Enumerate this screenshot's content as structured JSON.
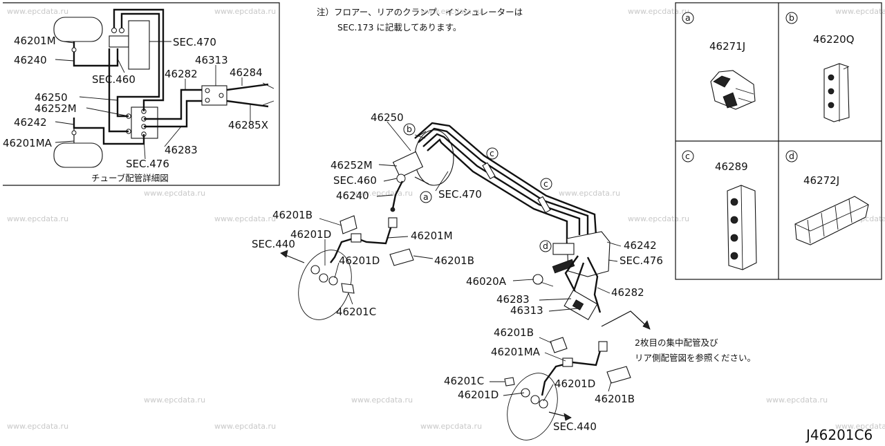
{
  "watermark": "www.epcdata.ru",
  "note": {
    "line1": "注）フロアー、リアのクランプ、インシュレーターは",
    "line2": "SEC.173 に記載してあります。"
  },
  "detail_caption": "チューブ配管詳細図",
  "diagram_id": "J46201C6",
  "side_note": {
    "line1": "2枚目の集中配管及び",
    "line2": "リア側配管図を参照ください。"
  },
  "detail_labels": {
    "p46201M": "46201M",
    "p46240": "46240",
    "sec470": "SEC.470",
    "sec460": "SEC.460",
    "p46313": "46313",
    "p46282": "46282",
    "p46284": "46284",
    "p46250": "46250",
    "p46252M": "46252M",
    "p46285X": "46285X",
    "p46242": "46242",
    "p46201MA": "46201MA",
    "p46283": "46283",
    "sec476": "SEC.476"
  },
  "main_labels": {
    "p46250": "46250",
    "p46252M": "46252M",
    "sec460": "SEC.460",
    "p46240": "46240",
    "sec470": "SEC.470",
    "p46201B_a": "46201B",
    "p46201D_a": "46201D",
    "sec440_a": "SEC.440",
    "p46201M": "46201M",
    "p46201D_b": "46201D",
    "p46201B_b": "46201B",
    "p46201C_a": "46201C",
    "p46242": "46242",
    "sec476": "SEC.476",
    "p46020A": "46020A",
    "p46282": "46282",
    "p46283": "46283",
    "p46313": "46313",
    "p46201B_c": "46201B",
    "p46201MA": "46201MA",
    "p46201C_b": "46201C",
    "p46201D_c": "46201D",
    "p46201D_d": "46201D",
    "p46201B_d": "46201B",
    "sec440_b": "SEC.440"
  },
  "callouts": {
    "a": "a",
    "b": "b",
    "c": "c",
    "d": "d"
  },
  "clip_panels": {
    "a": "46271J",
    "b": "46220Q",
    "c": "46289",
    "d": "46272J"
  }
}
